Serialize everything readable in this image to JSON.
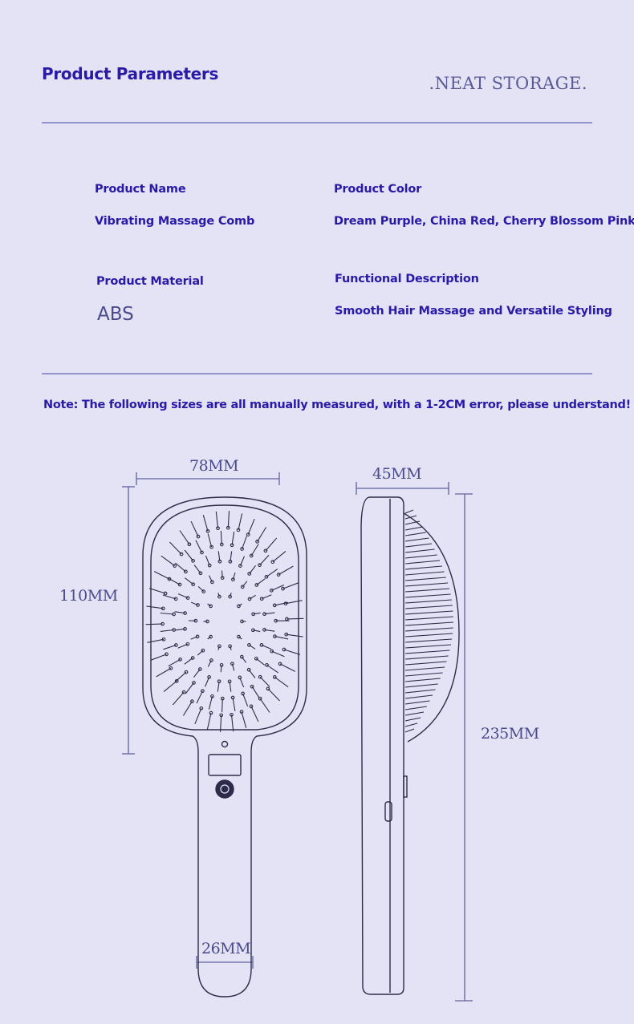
{
  "header": {
    "title": "Product Parameters",
    "brand": ".NEAT STORAGE."
  },
  "params": {
    "name_label": "Product Name",
    "name_value": "Vibrating Massage Comb",
    "color_label": "Product Color",
    "color_value": "Dream Purple, China Red, Cherry Blossom Pink",
    "material_label": "Product Material",
    "material_value": "ABS",
    "function_label": "Functional Description",
    "function_value": "Smooth Hair Massage and Versatile Styling"
  },
  "note": "Note: The following sizes are all manually measured, with a 1-2CM error, please understand!",
  "dimensions": {
    "head_width": "78MM",
    "head_height": "110MM",
    "thickness": "45MM",
    "total_length": "235MM",
    "handle_width": "26MM"
  },
  "colors": {
    "background": "#e3e3f5",
    "accent": "#2a1aa8",
    "line": "#2c2c4a"
  }
}
